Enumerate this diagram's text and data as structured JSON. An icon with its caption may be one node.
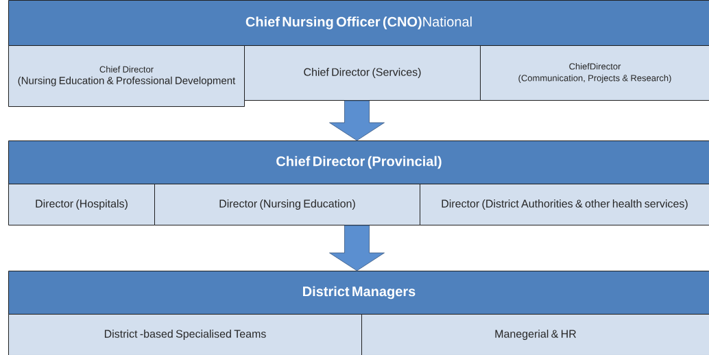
{
  "diagram": {
    "nodes": [
      {
        "text": [
          "**Chief Nursing Officer (CNO)**National"
        ]
      },
      {
        "text": [
          "Chief Director",
          "(Nursing Education & Professional Development"
        ]
      },
      {
        "text": [
          "Chief Director (Services)"
        ]
      },
      {
        "text": [
          "ChiefDirector",
          "(Communication, Projects & Research)"
        ]
      },
      {
        "text": [
          "Chief Director (Provincial)"
        ]
      },
      {
        "text": [
          "Director (Hospitals)"
        ]
      },
      {
        "text": [
          "Director (Nursing Education)"
        ]
      },
      {
        "text": [
          "Director (District Authorities & other health services)"
        ]
      },
      {
        "text": [
          "District Managers"
        ]
      },
      {
        "text": [
          "District -based Specialised Teams"
        ]
      },
      {
        "text": [
          "Manegerial & HR"
        ]
      }
    ],
    "edges": [
      {
        "from": 2,
        "to": 4,
        "arrow": "to"
      },
      {
        "from": 6,
        "to": 8,
        "arrow": "to"
      }
    ]
  }
}
